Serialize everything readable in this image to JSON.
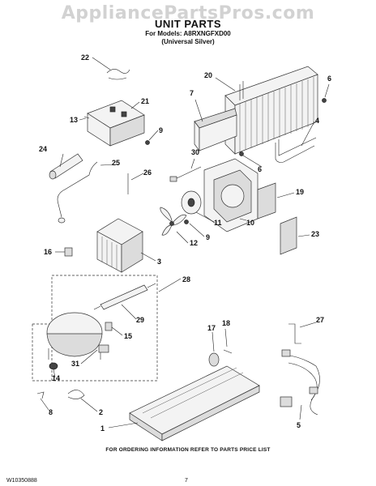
{
  "header": {
    "watermark": "AppliancePartsPros.com",
    "title": "UNIT PARTS",
    "models_line": "For Models: A8RXNGFXD00",
    "models_sub": "(Universal Silver)"
  },
  "footer": {
    "note": "FOR ORDERING INFORMATION REFER TO PARTS PRICE LIST",
    "doc_number": "W10350888",
    "page_number": "7"
  },
  "callouts": {
    "c1": "1",
    "c2": "2",
    "c3": "3",
    "c4": "4",
    "c5": "5",
    "c6a": "6",
    "c6b": "6",
    "c7": "7",
    "c8": "8",
    "c9a": "9",
    "c9b": "9",
    "c10": "10",
    "c11": "11",
    "c12": "12",
    "c13": "13",
    "c14": "14",
    "c15": "15",
    "c16": "16",
    "c17": "17",
    "c18": "18",
    "c19": "19",
    "c20": "20",
    "c21": "21",
    "c22": "22",
    "c23": "23",
    "c24": "24",
    "c25": "25",
    "c26": "26",
    "c27": "27",
    "c28": "28",
    "c29": "29",
    "c30": "30",
    "c31": "31"
  }
}
